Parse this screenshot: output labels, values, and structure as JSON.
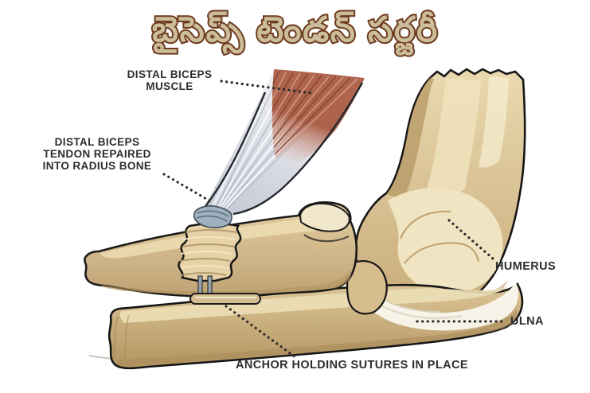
{
  "title": {
    "text": "బైసెప్స్ టెండన్ సర్జరీ",
    "fill_color": "#cbbc9a",
    "outline_color": "#6e3b1e"
  },
  "labels": {
    "distal_biceps_muscle": {
      "lines": [
        "DISTAL BICEPS",
        "MUSCLE"
      ]
    },
    "tendon_repair": {
      "lines": [
        "DISTAL BICEPS",
        "TENDON REPAIRED",
        "INTO RADIUS BONE"
      ]
    },
    "humerus": "HUMERUS",
    "ulna": "ULNA",
    "anchor": "ANCHOR HOLDING SUTURES IN PLACE"
  },
  "colors": {
    "label_text": "#2d2d2d",
    "leader_dots": "#2c2c2c",
    "bone_base": "#d9c396",
    "bone_highlight": "#f0e5c2",
    "bone_shadow": "#b2945f",
    "muscle_red": "#b0654d",
    "tendon_white": "#f4f4f8",
    "suture_metal": "#98a2ab",
    "wrap_blue": "#9fb0bf",
    "background": "#ffffff"
  }
}
